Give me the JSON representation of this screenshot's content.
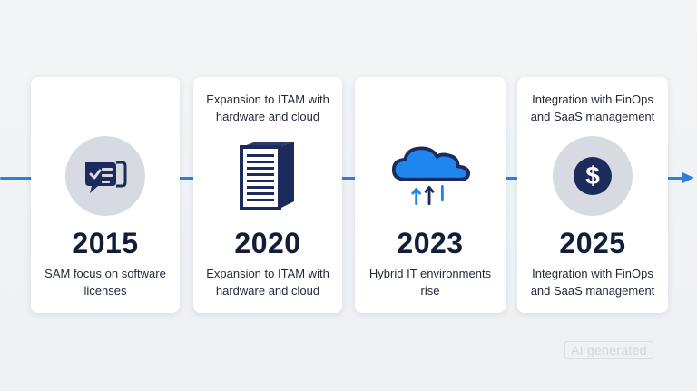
{
  "milestones": [
    {
      "year": "2015",
      "description": "SAM focus on software licenses",
      "top_note": "",
      "icon": "license-list-icon"
    },
    {
      "year": "2020",
      "description": "Expansion to ITAM with hardware and cloud",
      "top_note": "Expansion to ITAM with hardware and cloud",
      "icon": "server-icon"
    },
    {
      "year": "2023",
      "description": "Hybrid IT environments rise",
      "top_note": "",
      "icon": "cloud-upload-icon"
    },
    {
      "year": "2025",
      "description": "Integration with FinOps and SaaS management",
      "top_note": "Integration with FinOps and SaaS management",
      "icon": "dollar-icon"
    }
  ],
  "watermark": "AI generated",
  "colors": {
    "timeline": "#2f7fe0",
    "icon_navy": "#1c2b5c",
    "cloud_blue": "#1f86f0",
    "circle_gray": "#d7dbe1"
  }
}
